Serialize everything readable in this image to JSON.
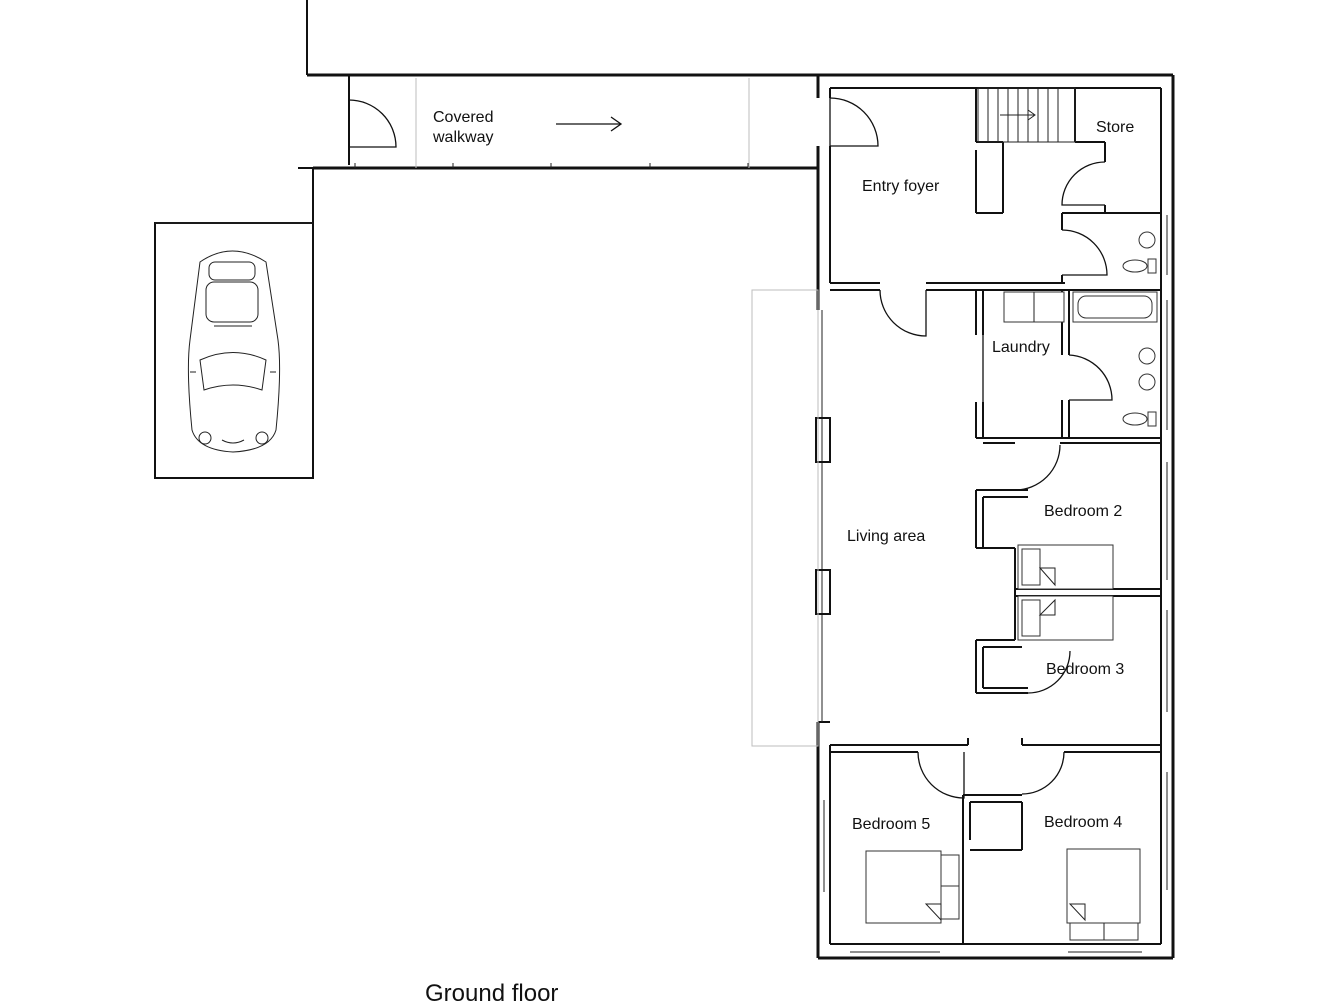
{
  "plan": {
    "title": "Ground floor",
    "rooms": {
      "walkway": [
        "Covered",
        "walkway"
      ],
      "entry": "Entry foyer",
      "store": "Store",
      "laundry": "Laundry",
      "living": "Living area",
      "bedroom2": "Bedroom 2",
      "bedroom3": "Bedroom 3",
      "bedroom4": "Bedroom 4",
      "bedroom5": "Bedroom 5"
    },
    "icons": {
      "car": "car-icon",
      "arrow": "arrow-right-icon",
      "stairs": "stairs-icon"
    }
  }
}
